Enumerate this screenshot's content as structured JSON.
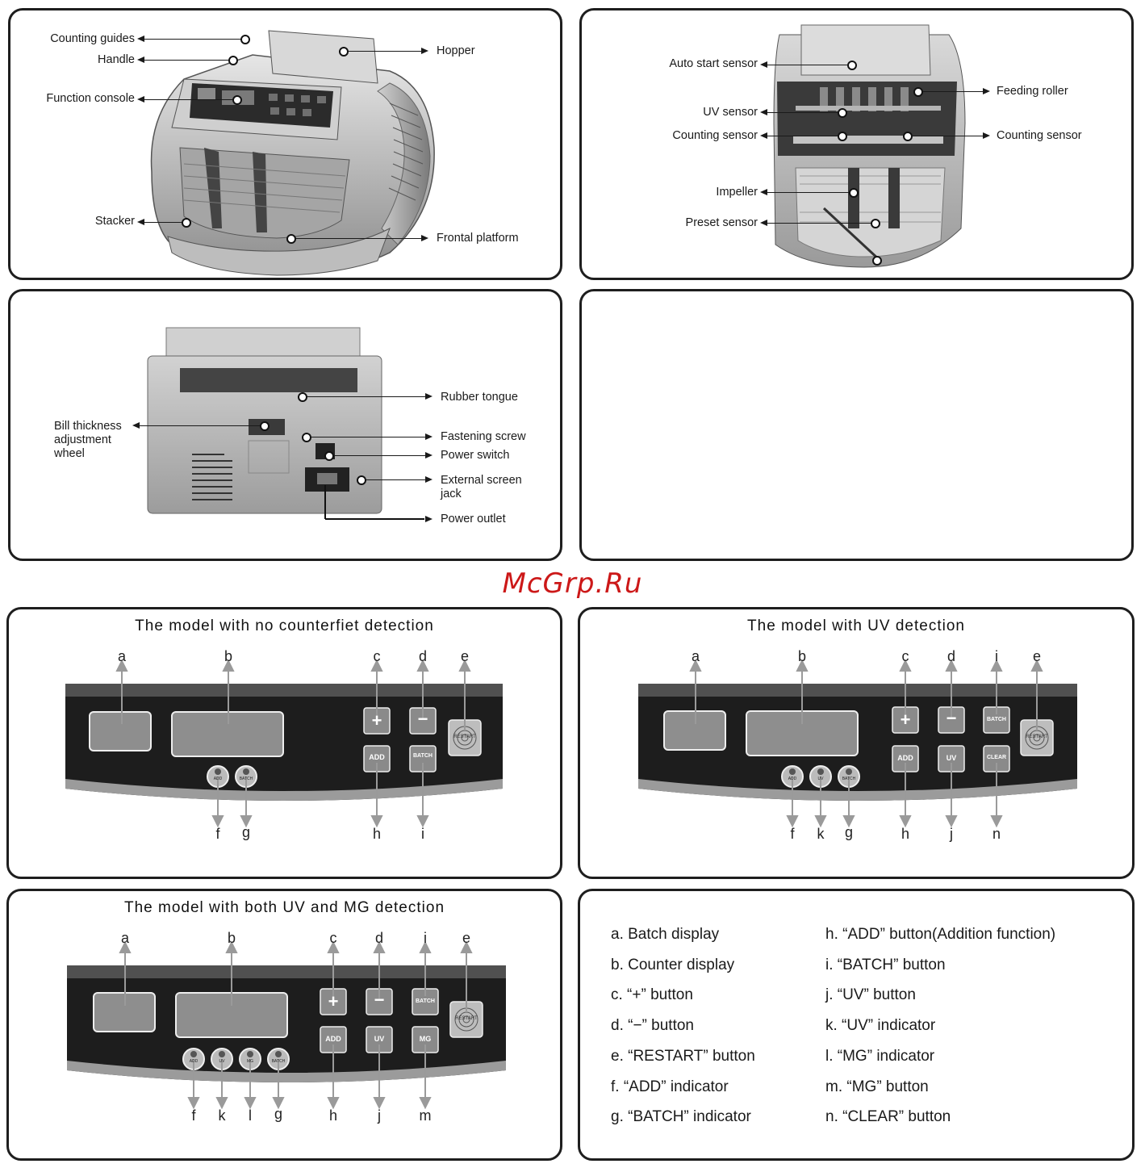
{
  "watermark": "McGrp.Ru",
  "front_view": {
    "labels": {
      "counting_guides": "Counting guides",
      "handle": "Handle",
      "function_console": "Function console",
      "stacker": "Stacker",
      "hopper": "Hopper",
      "frontal_platform": "Frontal platform"
    }
  },
  "inner_view": {
    "labels": {
      "auto_start_sensor": "Auto start sensor",
      "uv_sensor": "UV sensor",
      "counting_sensor_left": "Counting sensor",
      "impeller": "Impeller",
      "preset_sensor": "Preset sensor",
      "feeding_roller": "Feeding roller",
      "counting_sensor_right": "Counting sensor"
    }
  },
  "rear_view": {
    "labels": {
      "bill_thickness_1": "Bill thickness",
      "bill_thickness_2": "adjustment",
      "bill_thickness_3": "wheel",
      "rubber_tongue": "Rubber tongue",
      "fastening_screw": "Fastening screw",
      "power_switch": "Power switch",
      "external_screen_1": "External screen",
      "external_screen_2": "jack",
      "power_outlet": "Power outlet"
    }
  },
  "consoles": {
    "no_detection": {
      "title": "The model with no counterfiet detection",
      "top_letters": [
        "a",
        "b",
        "c",
        "d",
        "e"
      ],
      "bottom_letters": [
        "f",
        "g",
        "h",
        "i"
      ],
      "buttons": {
        "plus": "+",
        "minus": "−",
        "add": "ADD",
        "batch": "BATCH",
        "restart": "RESTART"
      },
      "indicators": [
        "ADD",
        "BATCH"
      ]
    },
    "uv": {
      "title": "The model with UV detection",
      "top_letters": [
        "a",
        "b",
        "c",
        "d",
        "i",
        "e"
      ],
      "bottom_letters": [
        "f",
        "k",
        "g",
        "h",
        "j",
        "n"
      ],
      "buttons": {
        "plus": "+",
        "minus": "−",
        "batch": "BATCH",
        "add": "ADD",
        "uv": "UV",
        "clear": "CLEAR",
        "restart": "RESTART"
      },
      "indicators": [
        "ADD",
        "UV",
        "BATCH"
      ]
    },
    "uv_mg": {
      "title": "The model with both UV and MG detection",
      "top_letters": [
        "a",
        "b",
        "c",
        "d",
        "i",
        "e"
      ],
      "bottom_letters": [
        "f",
        "k",
        "l",
        "g",
        "h",
        "j",
        "m"
      ],
      "buttons": {
        "plus": "+",
        "minus": "−",
        "batch": "BATCH",
        "add": "ADD",
        "uv": "UV",
        "mg": "MG",
        "restart": "RESTART"
      },
      "indicators": [
        "ADD",
        "UV",
        "MG",
        "BATCH"
      ]
    }
  },
  "legend": {
    "left": [
      "a. Batch display",
      "b. Counter display",
      "c. “+” button",
      "d. “−” button",
      "e. “RESTART” button",
      "f. “ADD” indicator",
      "g. “BATCH” indicator"
    ],
    "right": [
      "h. “ADD” button(Addition function)",
      "i. “BATCH” button",
      "j. “UV” button",
      "k. “UV” indicator",
      "l. “MG” indicator",
      "m. “MG” button",
      "n. “CLEAR” button"
    ]
  }
}
